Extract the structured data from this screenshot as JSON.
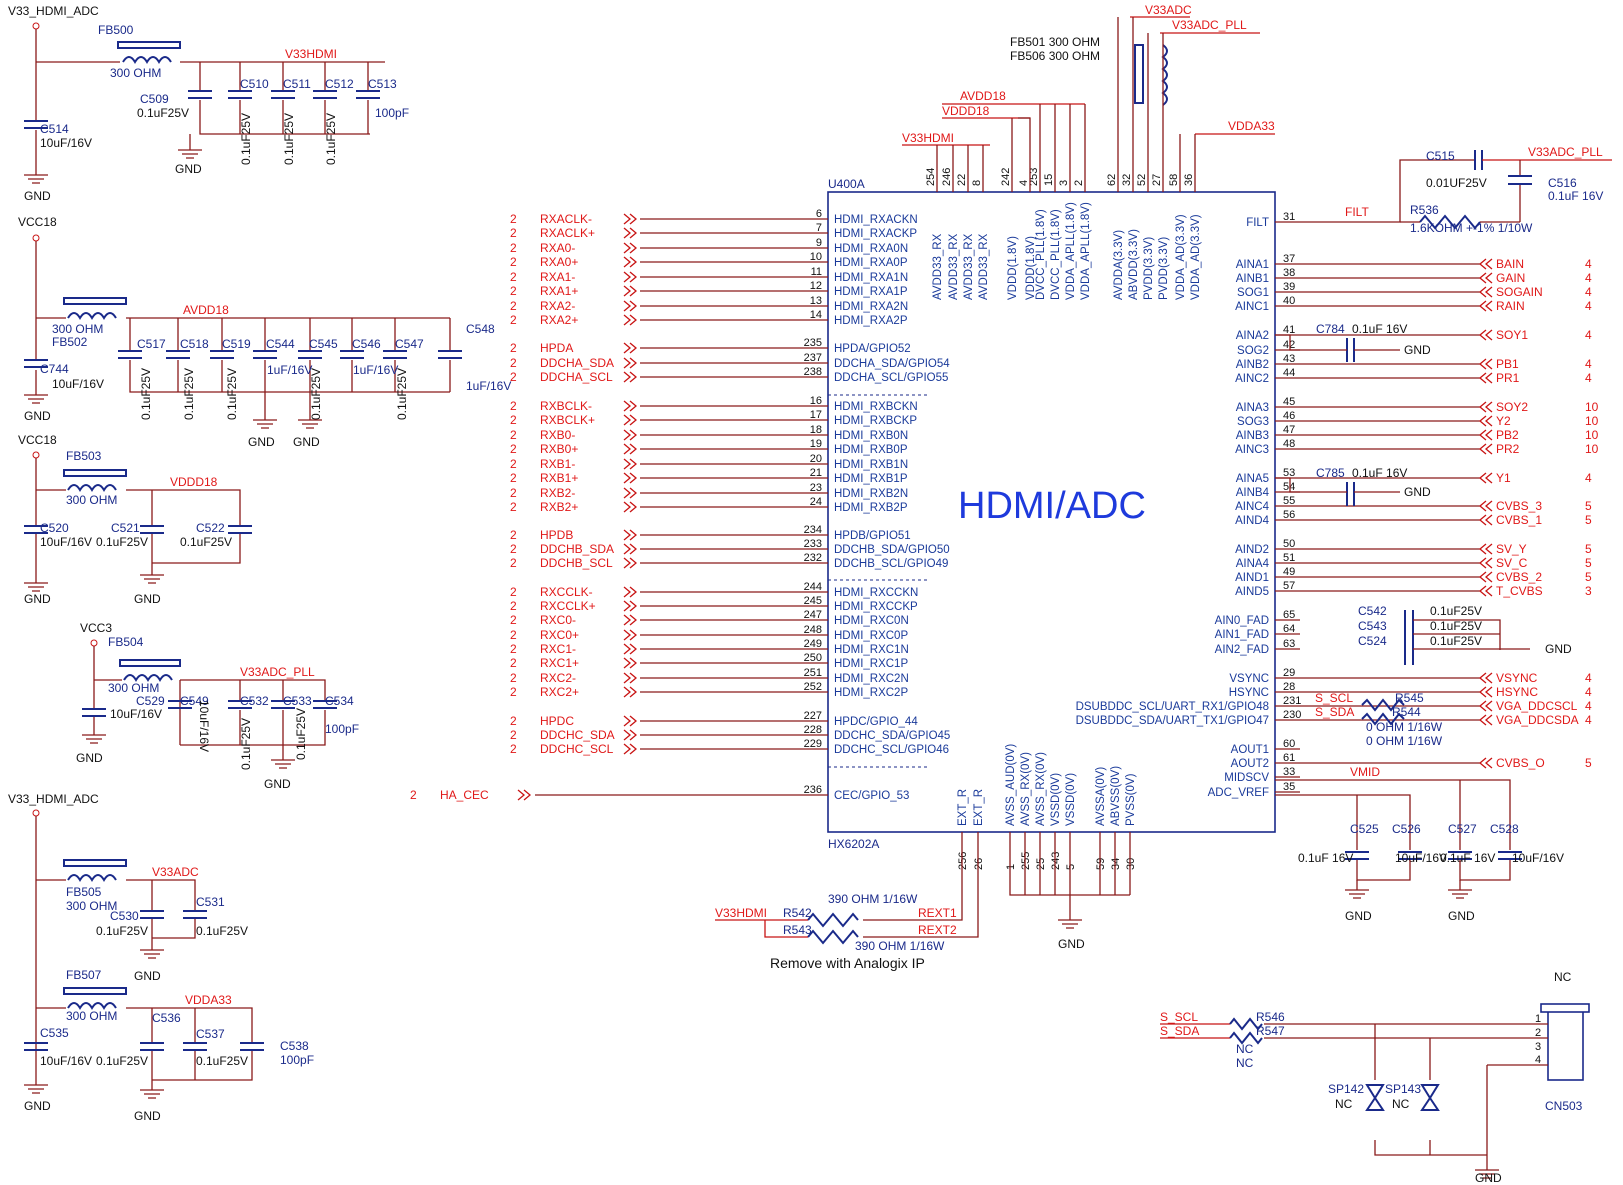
{
  "chip": {
    "ref": "U400A",
    "part": "HX6202A",
    "title": "HDMI/ADC",
    "left_pins": [
      {
        "num": "6",
        "name": "HDMI_RXACKN",
        "net": "RXACLK-",
        "sheet": "2"
      },
      {
        "num": "7",
        "name": "HDMI_RXACKP",
        "net": "RXACLK+",
        "sheet": "2"
      },
      {
        "num": "9",
        "name": "HDMI_RXA0N",
        "net": "RXA0-",
        "sheet": "2"
      },
      {
        "num": "10",
        "name": "HDMI_RXA0P",
        "net": "RXA0+",
        "sheet": "2"
      },
      {
        "num": "11",
        "name": "HDMI_RXA1N",
        "net": "RXA1-",
        "sheet": "2"
      },
      {
        "num": "12",
        "name": "HDMI_RXA1P",
        "net": "RXA1+",
        "sheet": "2"
      },
      {
        "num": "13",
        "name": "HDMI_RXA2N",
        "net": "RXA2-",
        "sheet": "2"
      },
      {
        "num": "14",
        "name": "HDMI_RXA2P",
        "net": "RXA2+",
        "sheet": "2"
      },
      {
        "num": "235",
        "name": "HPDA/GPIO52",
        "net": "HPDA",
        "sheet": "2"
      },
      {
        "num": "237",
        "name": "DDCHA_SDA/GPIO54",
        "net": "DDCHA_SDA",
        "sheet": "2"
      },
      {
        "num": "238",
        "name": "DDCHA_SCL/GPIO55",
        "net": "DDCHA_SCL",
        "sheet": "2"
      },
      {
        "num": "16",
        "name": "HDMI_RXBCKN",
        "net": "RXBCLK-",
        "sheet": "2"
      },
      {
        "num": "17",
        "name": "HDMI_RXBCKP",
        "net": "RXBCLK+",
        "sheet": "2"
      },
      {
        "num": "18",
        "name": "HDMI_RXB0N",
        "net": "RXB0-",
        "sheet": "2"
      },
      {
        "num": "19",
        "name": "HDMI_RXB0P",
        "net": "RXB0+",
        "sheet": "2"
      },
      {
        "num": "20",
        "name": "HDMI_RXB1N",
        "net": "RXB1-",
        "sheet": "2"
      },
      {
        "num": "21",
        "name": "HDMI_RXB1P",
        "net": "RXB1+",
        "sheet": "2"
      },
      {
        "num": "23",
        "name": "HDMI_RXB2N",
        "net": "RXB2-",
        "sheet": "2"
      },
      {
        "num": "24",
        "name": "HDMI_RXB2P",
        "net": "RXB2+",
        "sheet": "2"
      },
      {
        "num": "234",
        "name": "HPDB/GPIO51",
        "net": "HPDB",
        "sheet": "2"
      },
      {
        "num": "233",
        "name": "DDCHB_SDA/GPIO50",
        "net": "DDCHB_SDA",
        "sheet": "2"
      },
      {
        "num": "232",
        "name": "DDCHB_SCL/GPIO49",
        "net": "DDCHB_SCL",
        "sheet": "2"
      },
      {
        "num": "244",
        "name": "HDMI_RXCCKN",
        "net": "RXCCLK-",
        "sheet": "2"
      },
      {
        "num": "245",
        "name": "HDMI_RXCCKP",
        "net": "RXCCLK+",
        "sheet": "2"
      },
      {
        "num": "247",
        "name": "HDMI_RXC0N",
        "net": "RXC0-",
        "sheet": "2"
      },
      {
        "num": "248",
        "name": "HDMI_RXC0P",
        "net": "RXC0+",
        "sheet": "2"
      },
      {
        "num": "249",
        "name": "HDMI_RXC1N",
        "net": "RXC1-",
        "sheet": "2"
      },
      {
        "num": "250",
        "name": "HDMI_RXC1P",
        "net": "RXC1+",
        "sheet": "2"
      },
      {
        "num": "251",
        "name": "HDMI_RXC2N",
        "net": "RXC2-",
        "sheet": "2"
      },
      {
        "num": "252",
        "name": "HDMI_RXC2P",
        "net": "RXC2+",
        "sheet": "2"
      },
      {
        "num": "227",
        "name": "HPDC/GPIO_44",
        "net": "HPDC",
        "sheet": "2"
      },
      {
        "num": "228",
        "name": "DDCHC_SDA/GPIO45",
        "net": "DDCHC_SDA",
        "sheet": "2"
      },
      {
        "num": "229",
        "name": "DDCHC_SCL/GPIO46",
        "net": "DDCHC_SCL",
        "sheet": "2"
      },
      {
        "num": "236",
        "name": "CEC/GPIO_53",
        "net": "HA_CEC",
        "sheet": "2"
      }
    ],
    "right_pins": [
      {
        "num": "31",
        "name": "FILT",
        "net": "FILT",
        "sheet": ""
      },
      {
        "num": "37",
        "name": "AINA1",
        "net": "BAIN",
        "sheet": "4"
      },
      {
        "num": "38",
        "name": "AINB1",
        "net": "GAIN",
        "sheet": "4"
      },
      {
        "num": "39",
        "name": "SOG1",
        "net": "SOGAIN",
        "sheet": "4"
      },
      {
        "num": "40",
        "name": "AINC1",
        "net": "RAIN",
        "sheet": "4"
      },
      {
        "num": "41",
        "name": "AINA2",
        "net": "SOY1",
        "sheet": "4"
      },
      {
        "num": "42",
        "name": "SOG2",
        "net": "",
        "sheet": ""
      },
      {
        "num": "43",
        "name": "AINB2",
        "net": "PB1",
        "sheet": "4"
      },
      {
        "num": "44",
        "name": "AINC2",
        "net": "PR1",
        "sheet": "4"
      },
      {
        "num": "45",
        "name": "AINA3",
        "net": "SOY2",
        "sheet": "10"
      },
      {
        "num": "46",
        "name": "SOG3",
        "net": "Y2",
        "sheet": "10"
      },
      {
        "num": "47",
        "name": "AINB3",
        "net": "PB2",
        "sheet": "10"
      },
      {
        "num": "48",
        "name": "AINC3",
        "net": "PR2",
        "sheet": "10"
      },
      {
        "num": "53",
        "name": "AINA5",
        "net": "Y1",
        "sheet": "4"
      },
      {
        "num": "54",
        "name": "AINB4",
        "net": "",
        "sheet": ""
      },
      {
        "num": "55",
        "name": "AINC4",
        "net": "CVBS_3",
        "sheet": "5"
      },
      {
        "num": "56",
        "name": "AIND4",
        "net": "CVBS_1",
        "sheet": "5"
      },
      {
        "num": "50",
        "name": "AIND2",
        "net": "SV_Y",
        "sheet": "5"
      },
      {
        "num": "51",
        "name": "AINA4",
        "net": "SV_C",
        "sheet": "5"
      },
      {
        "num": "49",
        "name": "AIND1",
        "net": "CVBS_2",
        "sheet": "5"
      },
      {
        "num": "57",
        "name": "AIND5",
        "net": "T_CVBS",
        "sheet": "3"
      },
      {
        "num": "65",
        "name": "AIN0_FAD",
        "net": "",
        "sheet": ""
      },
      {
        "num": "64",
        "name": "AIN1_FAD",
        "net": "",
        "sheet": ""
      },
      {
        "num": "63",
        "name": "AIN2_FAD",
        "net": "",
        "sheet": ""
      },
      {
        "num": "29",
        "name": "VSYNC",
        "net": "VSYNC",
        "sheet": "4"
      },
      {
        "num": "28",
        "name": "HSYNC",
        "net": "HSYNC",
        "sheet": "4"
      },
      {
        "num": "231",
        "name": "DSUBDDC_SCL/UART_RX1/GPIO48",
        "net": "VGA_DDCSCL",
        "sheet": "4"
      },
      {
        "num": "230",
        "name": "DSUBDDC_SDA/UART_TX1/GPIO47",
        "net": "VGA_DDCSDA",
        "sheet": "4"
      },
      {
        "num": "60",
        "name": "AOUT1",
        "net": "",
        "sheet": ""
      },
      {
        "num": "61",
        "name": "AOUT2",
        "net": "CVBS_O",
        "sheet": "5"
      },
      {
        "num": "33",
        "name": "MIDSCV",
        "net": "VMID",
        "sheet": ""
      },
      {
        "num": "35",
        "name": "ADC_VREF",
        "net": "",
        "sheet": ""
      }
    ],
    "top_pins": [
      {
        "num": "254",
        "name": "AVDD33_RX"
      },
      {
        "num": "246",
        "name": "AVDD33_RX"
      },
      {
        "num": "22",
        "name": "AVDD33_RX"
      },
      {
        "num": "8",
        "name": "AVDD33_RX"
      },
      {
        "num": "242",
        "name": "VDDD(1.8V)"
      },
      {
        "num": "4",
        "name": "VDDD(1.8V)"
      },
      {
        "num": "253",
        "name": "DVCC_PLL(1.8V)"
      },
      {
        "num": "15",
        "name": "DVCC_PLL(1.8V)"
      },
      {
        "num": "3",
        "name": "VDDA_APLL(1.8V)"
      },
      {
        "num": "2",
        "name": "VDDA_APLL(1.8V)"
      },
      {
        "num": "62",
        "name": "AVDDA(3.3V)"
      },
      {
        "num": "32",
        "name": "ABVDD(3.3V)"
      },
      {
        "num": "52",
        "name": "PVDD(3.3V)"
      },
      {
        "num": "27",
        "name": "PVDD(3.3V)"
      },
      {
        "num": "58",
        "name": "VDDA_AD(3.3V)"
      },
      {
        "num": "36",
        "name": "VDDA_AD(3.3V)"
      }
    ],
    "bottom_pins": [
      {
        "num": "256",
        "name": "EXT_R"
      },
      {
        "num": "26",
        "name": "EXT_R"
      },
      {
        "num": "1",
        "name": "AVSS_AUD(0V)"
      },
      {
        "num": "255",
        "name": "AVSS_RX(0V)"
      },
      {
        "num": "25",
        "name": "AVSS_RX(0V)"
      },
      {
        "num": "243",
        "name": "VSSD(0V)"
      },
      {
        "num": "5",
        "name": "VSSD(0V)"
      },
      {
        "num": "59",
        "name": "AVSSA(0V)"
      },
      {
        "num": "34",
        "name": "ABVSS(0V)"
      },
      {
        "num": "30",
        "name": "PVSS(0V)"
      }
    ]
  },
  "rails": {
    "v33_hdmi_adc": "V33_HDMI_ADC",
    "vcc18": "VCC18",
    "vcc3": "VCC3",
    "v33hdmi": "V33HDMI",
    "avdd18": "AVDD18",
    "vddd18": "VDDD18",
    "v33adc_pll": "V33ADC_PLL",
    "v33adc": "V33ADC",
    "vdda33": "VDDA33",
    "gnd": "GND"
  },
  "ferrites": {
    "fb500": {
      "ref": "FB500",
      "value": "300 OHM"
    },
    "fb502": {
      "ref": "FB502",
      "value": "300 OHM"
    },
    "fb503": {
      "ref": "FB503",
      "value": "300 OHM"
    },
    "fb504": {
      "ref": "FB504",
      "value": "300 OHM"
    },
    "fb505": {
      "ref": "FB505",
      "value": "300 OHM"
    },
    "fb507": {
      "ref": "FB507",
      "value": "300 OHM"
    },
    "fb501": "FB501 300 OHM",
    "fb506": "FB506 300 OHM"
  },
  "caps": {
    "c514": {
      "ref": "C514",
      "value": "10uF/16V"
    },
    "c509": {
      "ref": "C509",
      "value": "0.1uF25V"
    },
    "c510": {
      "ref": "C510",
      "value": "0.1uF25V"
    },
    "c511": {
      "ref": "C511",
      "value": "0.1uF25V"
    },
    "c512": {
      "ref": "C512",
      "value": "0.1uF25V"
    },
    "c513": {
      "ref": "C513",
      "value": "100pF"
    },
    "c744": {
      "ref": "C744",
      "value": "10uF/16V"
    },
    "c517": {
      "ref": "C517",
      "value": "0.1uF25V"
    },
    "c518": {
      "ref": "C518",
      "value": "0.1uF25V"
    },
    "c519": {
      "ref": "C519",
      "value": "0.1uF25V"
    },
    "c544": {
      "ref": "C544",
      "value": "1uF/16V"
    },
    "c545": {
      "ref": "C545",
      "value": "0.1uF25V"
    },
    "c546": {
      "ref": "C546",
      "value": "1uF/16V"
    },
    "c547": {
      "ref": "C547",
      "value": "0.1uF25V"
    },
    "c548": {
      "ref": "C548",
      "value": "1uF/16V"
    },
    "c520": {
      "ref": "C520",
      "value": "10uF/16V"
    },
    "c521": {
      "ref": "C521",
      "value": "0.1uF25V"
    },
    "c522": {
      "ref": "C522",
      "value": "0.1uF25V"
    },
    "c529": {
      "ref": "C529",
      "value": "10uF/16V"
    },
    "c549": {
      "ref": "C549",
      "value": "10uF/16V"
    },
    "c532": {
      "ref": "C532",
      "value": "0.1uF25V"
    },
    "c533": {
      "ref": "C533",
      "value": "0.1uF25V"
    },
    "c534": {
      "ref": "C534",
      "value": "100pF"
    },
    "c530": {
      "ref": "C530",
      "value": "0.1uF25V"
    },
    "c531": {
      "ref": "C531",
      "value": "0.1uF25V"
    },
    "c535": {
      "ref": "C535",
      "value": "10uF/16V"
    },
    "c536": {
      "ref": "C536",
      "value": "0.1uF25V"
    },
    "c537": {
      "ref": "C537",
      "value": "0.1uF25V"
    },
    "c538": {
      "ref": "C538",
      "value": "100pF"
    },
    "c515": {
      "ref": "C515",
      "value": "0.01UF25V"
    },
    "c516": {
      "ref": "C516",
      "value": "0.1uF 16V"
    },
    "c784": {
      "ref": "C784",
      "value": "0.1uF 16V"
    },
    "c785": {
      "ref": "C785",
      "value": "0.1uF 16V"
    },
    "c542": {
      "ref": "C542",
      "value": "0.1uF25V"
    },
    "c543": {
      "ref": "C543",
      "value": "0.1uF25V"
    },
    "c524": {
      "ref": "C524",
      "value": "0.1uF25V"
    },
    "c525": {
      "ref": "C525",
      "value": "0.1uF 16V"
    },
    "c526": {
      "ref": "C526",
      "value": "10uF/16V"
    },
    "c527": {
      "ref": "C527",
      "value": "0.1uF 16V"
    },
    "c528": {
      "ref": "C528",
      "value": "10uF/16V"
    }
  },
  "resistors": {
    "r536": {
      "ref": "R536",
      "value": "1.6KOHM +-1% 1/10W"
    },
    "r545": {
      "ref": "R545",
      "value": "0 OHM 1/16W"
    },
    "r544": {
      "ref": "R544",
      "value": "0 OHM 1/16W"
    },
    "r542": {
      "ref": "R542",
      "value": "390 OHM 1/16W"
    },
    "r543": {
      "ref": "R543",
      "value": "390 OHM 1/16W"
    },
    "r546": {
      "ref": "R546",
      "value": "NC"
    },
    "r547": {
      "ref": "R547",
      "value": "NC"
    }
  },
  "nets": {
    "s_scl": "S_SCL",
    "s_sda": "S_SDA",
    "rext1": "REXT1",
    "rext2": "REXT2",
    "vmid": "VMID",
    "filt": "FILT"
  },
  "notes": {
    "remove": "Remove with Analogix IP"
  },
  "connector": {
    "ref": "CN503",
    "value": "NC",
    "pins": [
      "1",
      "2",
      "3",
      "4"
    ]
  },
  "tvs": {
    "sp142": {
      "ref": "SP142",
      "value": "NC"
    },
    "sp143": {
      "ref": "SP143",
      "value": "NC"
    }
  },
  "colors": {
    "wire": "#8a1a1a",
    "net_label": "#e01818",
    "component": "#1a2a8a",
    "junction": "#d0169a",
    "title": "#1e3adc"
  }
}
